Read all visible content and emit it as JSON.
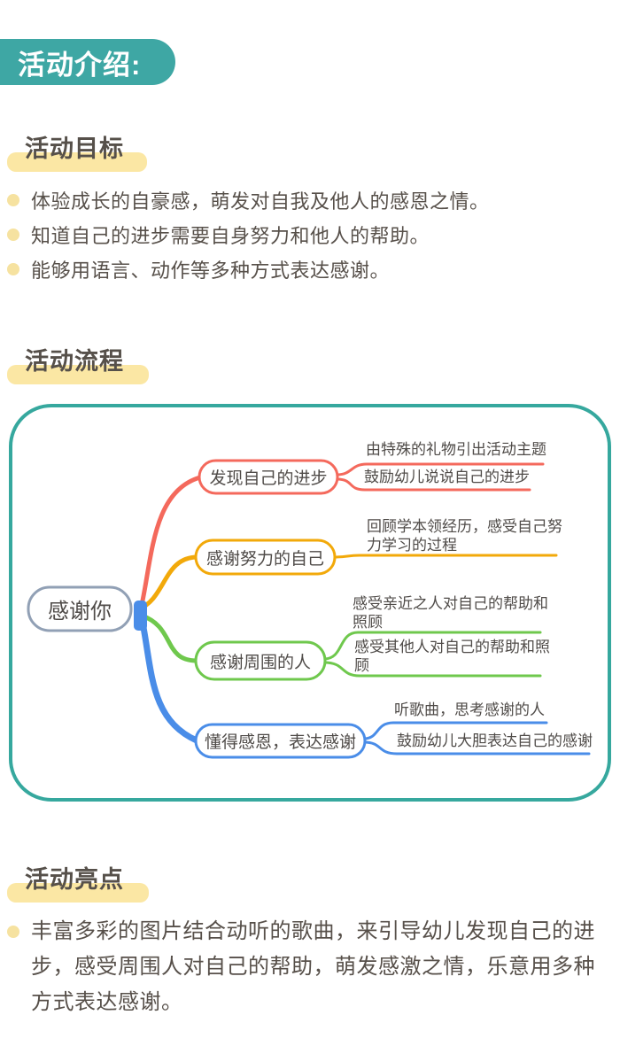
{
  "title": {
    "label": "活动介绍:"
  },
  "goals": {
    "heading": "活动目标",
    "items": [
      "体验成长的自豪感，萌发对自我及他人的感恩之情。",
      "知道自己的进步需要自身努力和他人的帮助。",
      "能够用语言、动作等多种方式表达感谢。"
    ]
  },
  "flow": {
    "heading": "活动流程",
    "root": {
      "label": "感谢你"
    },
    "branches": [
      {
        "label": "发现自己的进步",
        "color": "#F4695C",
        "subs": [
          {
            "lines": [
              "由特殊的礼物引出活动主题"
            ]
          },
          {
            "lines": [
              "鼓励幼儿说说自己的进步"
            ]
          }
        ]
      },
      {
        "label": "感谢努力的自己",
        "color": "#F2A90A",
        "subs": [
          {
            "lines": [
              "回顾学本领经历，感受自己努",
              "力学习的过程"
            ]
          }
        ]
      },
      {
        "label": "感谢周围的人",
        "color": "#6FC84D",
        "subs": [
          {
            "lines": [
              "感受亲近之人对自己的帮助和",
              "照顾"
            ]
          },
          {
            "lines": [
              "感受其他人对自己的帮助和照",
              "顾"
            ]
          }
        ]
      },
      {
        "label": "懂得感恩，表达感谢",
        "color": "#4A8DE8",
        "subs": [
          {
            "lines": [
              "听歌曲，思考感谢的人"
            ]
          },
          {
            "lines": [
              "鼓励幼儿大胆表达自己的感谢"
            ]
          }
        ]
      }
    ]
  },
  "highlights": {
    "heading": "活动亮点",
    "lines": [
      "丰富多彩的图片结合动听的歌曲，来引导幼儿发现自己的进",
      "步，感受周围人对自己的帮助，萌发感激之情，乐意用多种",
      "方式表达感谢。"
    ]
  },
  "colors": {
    "accent_teal": "#3EA7A4",
    "container_border": "#36A89E",
    "highlight_yellow": "#FBE7A4",
    "bullet_yellow": "#F6E2A0",
    "body_text": "#57504A",
    "root_border": "#91A0B5"
  }
}
